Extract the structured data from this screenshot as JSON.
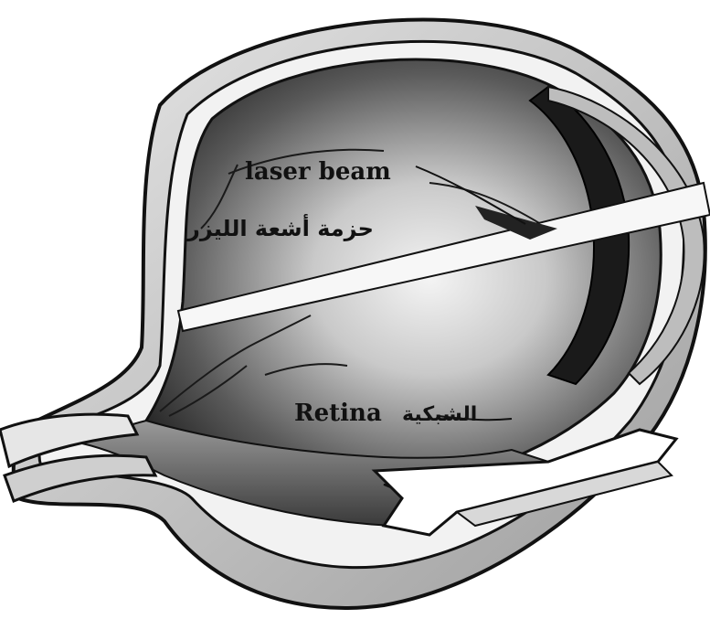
{
  "labels": {
    "beam_en": "laser beam",
    "beam_ar": "حزمة أشعة الليزر",
    "retina_en": "Retina",
    "retina_ar": "الشبكية"
  }
}
